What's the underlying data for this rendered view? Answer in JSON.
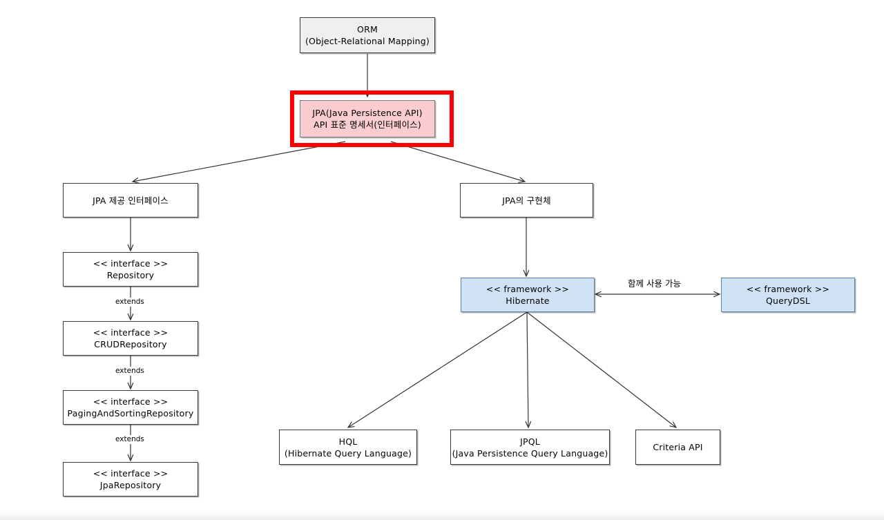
{
  "diagram": {
    "title": "JPA / ORM architecture diagram",
    "colors": {
      "canvas": "#ffffff",
      "box_border": "#3a3a3a",
      "gray_fill": "#efefef",
      "pink_fill": "#f9ccd0",
      "blue_fill": "#cfe2f3",
      "highlight_red": "#fb0007",
      "arrow": "#333333"
    },
    "nodes": {
      "orm": {
        "line1": "ORM",
        "line2": "(Object-Relational Mapping)"
      },
      "jpa": {
        "line1": "JPA(Java Persistence API)",
        "line2": "API 표준 명세서(인터페이스)"
      },
      "jpa_interfaces": {
        "line1": "JPA 제공 인터페이스"
      },
      "jpa_impl": {
        "line1": "JPA의 구현체"
      },
      "repository": {
        "line1": "<< interface >>",
        "line2": "Repository"
      },
      "crud_repository": {
        "line1": "<< interface >>",
        "line2": "CRUDRepository"
      },
      "paging_repository": {
        "line1": "<< interface >>",
        "line2": "PagingAndSortingRepository"
      },
      "jpa_repository": {
        "line1": "<< interface >>",
        "line2": "JpaRepository"
      },
      "hibernate": {
        "line1": "<< framework >>",
        "line2": "Hibernate"
      },
      "querydsl": {
        "line1": "<< framework >>",
        "line2": "QueryDSL"
      },
      "hql": {
        "line1": "HQL",
        "line2": "(Hibernate Query Language)"
      },
      "jpql": {
        "line1": "JPQL",
        "line2": "(Java Persistence Query Language)"
      },
      "criteria_api": {
        "line1": "Criteria API"
      }
    },
    "edge_labels": {
      "extends_1": "extends",
      "extends_2": "extends",
      "extends_3": "extends",
      "together": "함께 사용 가능"
    }
  }
}
